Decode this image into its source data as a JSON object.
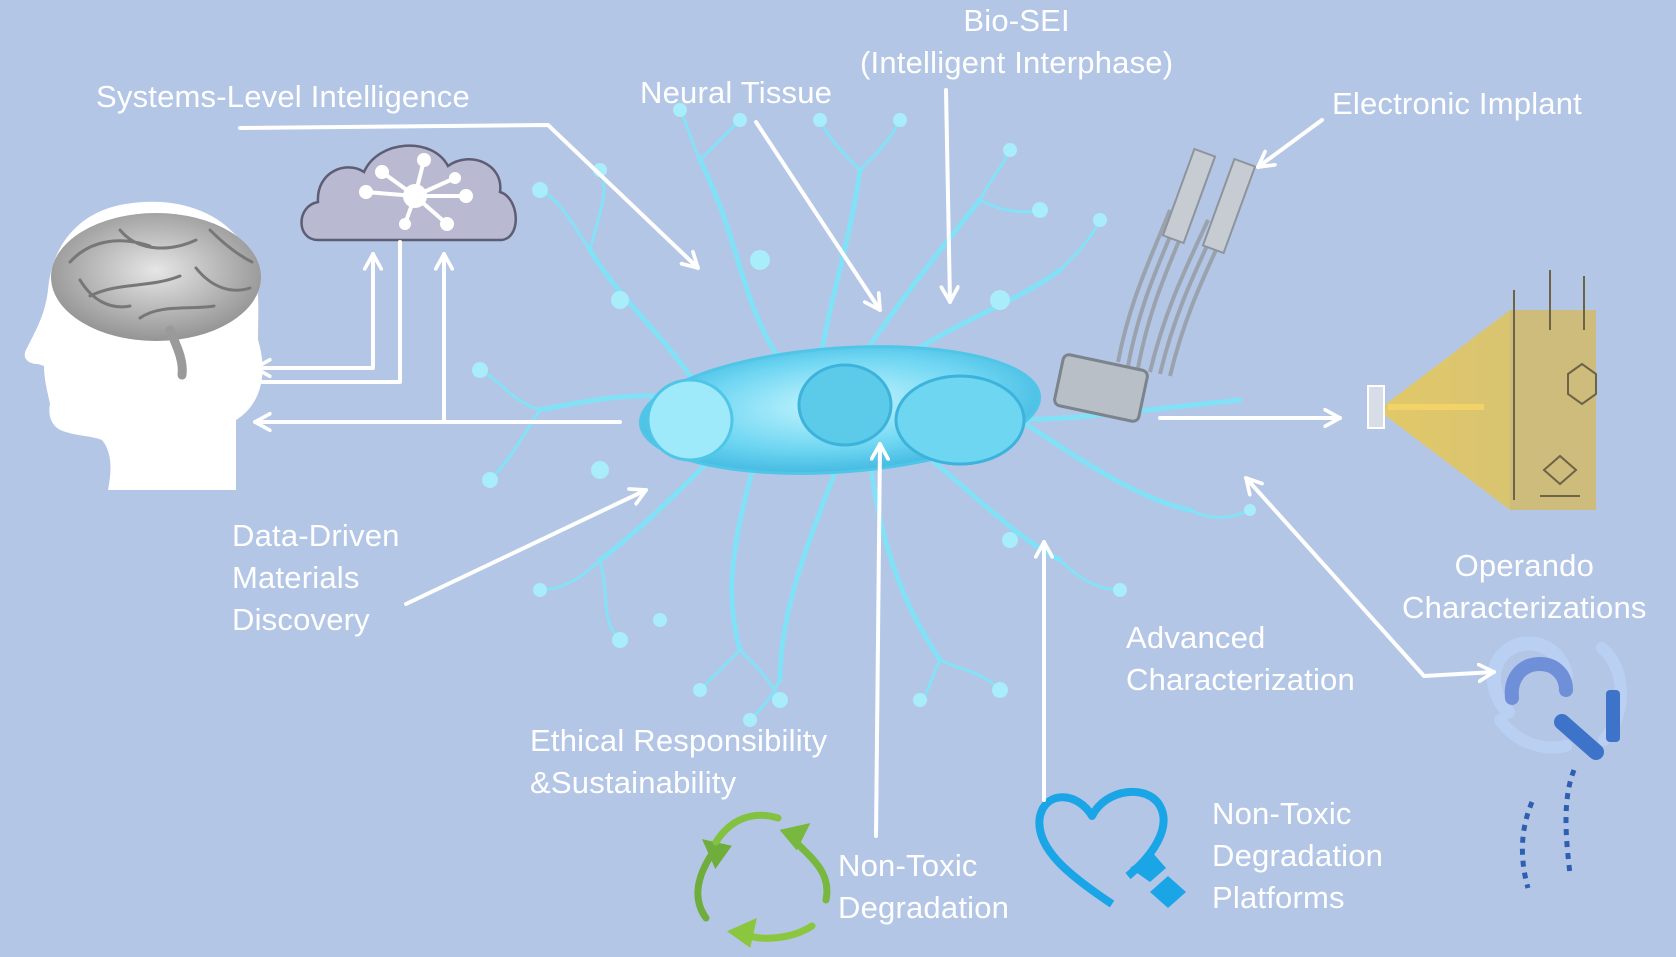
{
  "labels": {
    "systems_level_intelligence": "Systems-Level Intelligence",
    "neural_tissue": "Neural Tissue",
    "bio_sei": [
      "Bio-SEI",
      "(Intelligent Interphase)"
    ],
    "electronic_implant": "Electronic Implant",
    "data_driven_discovery": [
      "Data-Driven",
      "Materials",
      "Discovery"
    ],
    "operando_characterizations": [
      "Operando",
      "Characterizations"
    ],
    "advanced_characterization": [
      "Advanced",
      "Characterization"
    ],
    "ethical_responsibility": [
      "Ethical Responsibility",
      "&Sustainability"
    ],
    "non_toxic_degradation": [
      "Non-Toxic",
      "Degradation"
    ],
    "non_toxic_degradation_platforms": [
      "Non-Toxic",
      "Degradation",
      "Platforms"
    ]
  },
  "icons": {
    "head": "human-head-with-brain-icon",
    "cloud": "network-cloud-icon",
    "neuron": "neuron-icon",
    "implant": "electronic-implant-icon",
    "xray": "x-ray-beam-instrument-icon",
    "headset": "characterization-headset-icon",
    "recycle": "recycle-icon",
    "heart": "heart-icon"
  },
  "colors": {
    "background": "#b4c6e6",
    "text": "#ffffff",
    "arrow": "#ffffff",
    "neuron": "#7fe3f7",
    "cloud": "#b9b9d1",
    "recycle": "#7cbf3e",
    "heart": "#1aa5e6",
    "beam": "#d9c05a",
    "headset": "#3d73c9"
  }
}
